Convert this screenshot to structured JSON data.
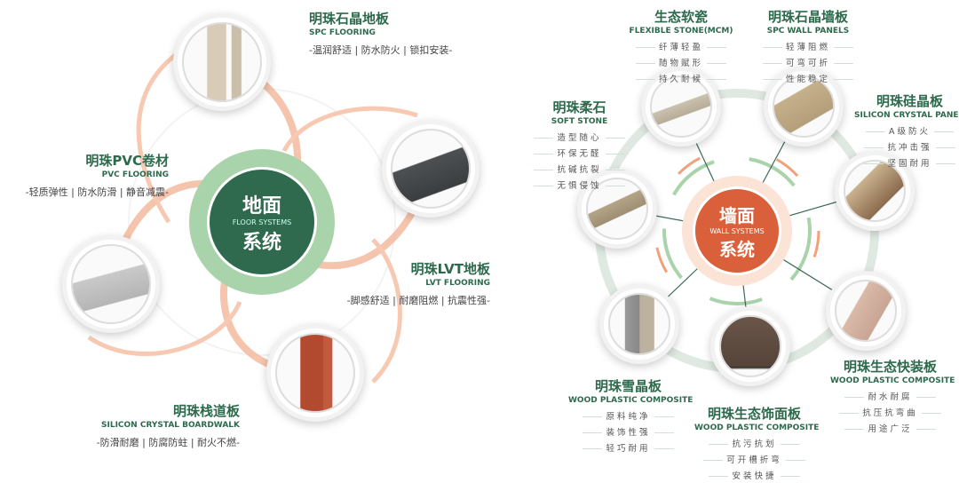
{
  "floor": {
    "hub": {
      "cn_top": "地面",
      "en": "FLOOR SYSTEMS",
      "cn_bottom": "系统"
    },
    "products": [
      {
        "cn": "明珠石晶地板",
        "en": "SPC FLOORING",
        "features": "-温润舒适 | 防水防火 | 锁扣安装-"
      },
      {
        "cn": "明珠PVC卷材",
        "en": "PVC FLOORING",
        "features": "-轻质弹性 | 防水防滑 | 静音减震-"
      },
      {
        "cn": "明珠LVT地板",
        "en": "LVT FLOORING",
        "features": "-脚感舒适 | 耐磨阻燃 | 抗震性强-"
      },
      {
        "cn": "明珠栈道板",
        "en": "SILICON CRYSTAL BOARDWALK",
        "features": "-防滑耐磨 | 防腐防蛀 | 耐火不燃-"
      }
    ]
  },
  "wall": {
    "hub": {
      "cn_top": "墙面",
      "en": "WALL SYSTEMS",
      "cn_bottom": "系统"
    },
    "products": [
      {
        "cn": "生态软瓷",
        "en": "FLEXIBLE STONE(MCM)",
        "features": [
          "纤薄轻盈",
          "随物赋形",
          "持久耐候"
        ]
      },
      {
        "cn": "明珠石晶墙板",
        "en": "SPC WALL PANELS",
        "features": [
          "轻薄阻燃",
          "可弯可折",
          "性能稳定"
        ]
      },
      {
        "cn": "明珠柔石",
        "en": "SOFT STONE",
        "features": [
          "造型随心",
          "环保无醛",
          "抗碱抗裂",
          "无惧侵蚀"
        ]
      },
      {
        "cn": "明珠硅晶板",
        "en": "SILICON CRYSTAL PANELS",
        "features": [
          "A级防火",
          "抗冲击强",
          "坚固耐用"
        ]
      },
      {
        "cn": "明珠雪晶板",
        "en": "WOOD PLASTIC COMPOSITE",
        "features": [
          "原料纯净",
          "装饰性强",
          "轻巧耐用"
        ]
      },
      {
        "cn": "明珠生态饰面板",
        "en": "WOOD PLASTIC COMPOSITE",
        "features": [
          "抗污抗划",
          "可开槽折弯",
          "安装快捷"
        ]
      },
      {
        "cn": "明珠生态快装板",
        "en": "WOOD PLASTIC COMPOSITE",
        "features": [
          "耐水耐腐",
          "抗压抗弯曲",
          "用途广泛"
        ]
      }
    ]
  },
  "colors": {
    "green_dark": "#2d6a4c",
    "green_light": "#9fcfa3",
    "orange": "#f0a07a"
  }
}
